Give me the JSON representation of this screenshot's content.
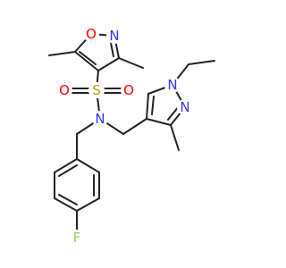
{
  "colors": {
    "bond": "#222222",
    "O": "#ff0000",
    "N": "#3333ff",
    "S": "#b5a11c",
    "F": "#90d050"
  },
  "atom_labels": {
    "isox_O": "O",
    "isox_N": "N",
    "sulfur": "S",
    "sulfonyl_O1": "O",
    "sulfonyl_O2": "O",
    "amine_N": "N",
    "pyrazole_N1": "N",
    "pyrazole_N2": "N",
    "fluorine": "F"
  }
}
